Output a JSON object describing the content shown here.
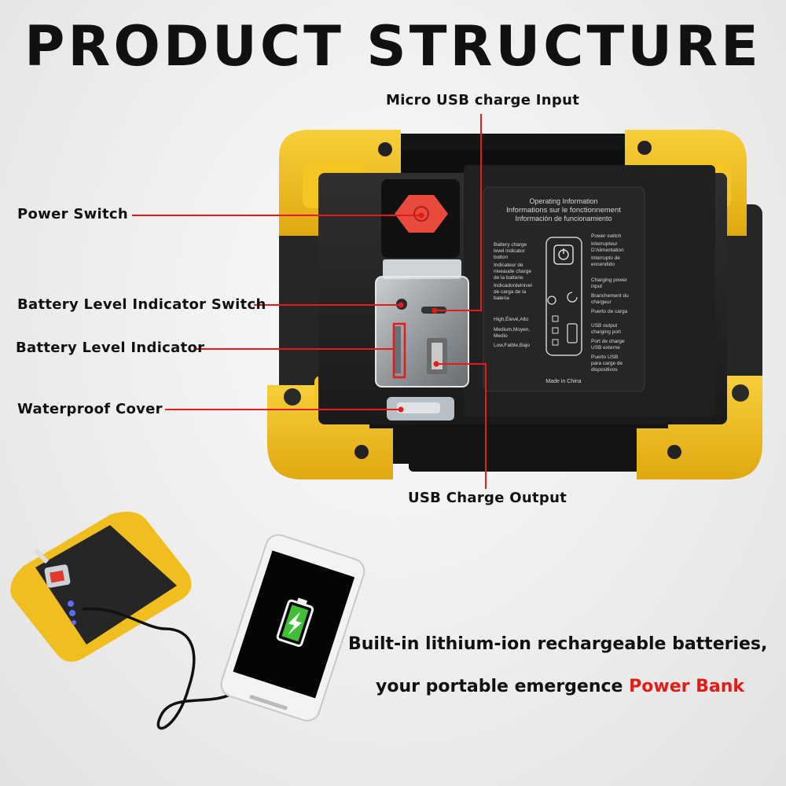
{
  "title": "PRODUCT STRUCTURE",
  "callouts": {
    "micro_usb": "Micro USB charge Input",
    "power_switch": "Power Switch",
    "battery_switch": "Battery Level Indicator Switch",
    "battery_indicator": "Battery Level Indicator",
    "waterproof_cover": "Waterproof Cover",
    "usb_output": "USB Charge Output"
  },
  "panel": {
    "heading1": "Operating Information",
    "heading2": "Informations sur le fonctionnement",
    "heading3": "Información de funcionamiento",
    "left_label": [
      "Battery charge",
      "level indicator",
      "button",
      "Indicateur de",
      "niveaude charge",
      "de la batterie",
      "Indicadordelnivel",
      "de carga de la",
      "bateria"
    ],
    "levels": [
      "High,Élevé,Alto",
      "Medium,Moyen,",
      "Medio",
      "Low,Faible,Bajo"
    ],
    "power": [
      "Power switch",
      "Interrupteur",
      "D'Alimentation",
      "Interrupto de",
      "encendido"
    ],
    "charging": [
      "Charging power",
      "input",
      "Branchement du",
      "chargeur",
      "Puerto de carga"
    ],
    "usb_out": [
      "USB output",
      "charging port",
      "Port de charge",
      "USB externe",
      "Puerto USB",
      "para carge de",
      "dispositivos"
    ],
    "made_in": "Made in China"
  },
  "tagline": {
    "line1": "Built-in lithium-ion rechargeable batteries,",
    "line2_prefix": "your portable emergence",
    "line2_accent": "Power Bank"
  },
  "colors": {
    "accent": "#e41b17",
    "housing_yellow": "#f2c21b",
    "body_black": "#222222"
  }
}
